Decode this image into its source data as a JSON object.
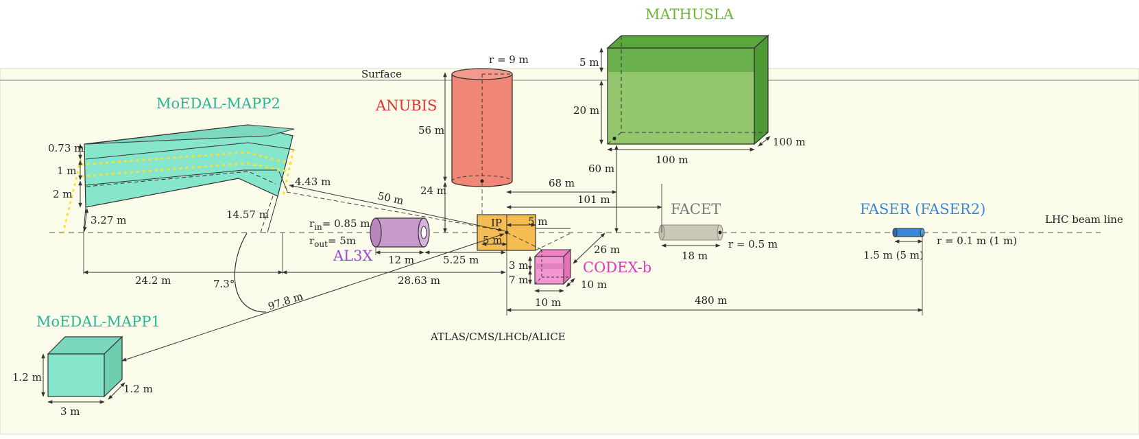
{
  "labels": {
    "surface": "Surface",
    "beam_line": "LHC beam line",
    "ip": "IP",
    "detectors": "ATLAS/CMS/LHCb/ALICE",
    "experiments": {
      "mathusla": "MATHUSLA",
      "anubis": "ANUBIS",
      "moedal_mapp2": "MoEDAL-MAPP2",
      "moedal_mapp1": "MoEDAL-MAPP1",
      "al3x": "AL3X",
      "codex_b": "CODEX-b",
      "facet": "FACET",
      "faser": "FASER (FASER2)"
    }
  },
  "dimensions": {
    "mathusla_h_top": "5 m",
    "mathusla_h": "20 m",
    "mathusla_w": "100 m",
    "mathusla_d": "100 m",
    "mathusla_depth": "60 m",
    "anubis_r": "r = 9 m",
    "anubis_h": "56 m",
    "anubis_depth": "24 m",
    "anubis_dist": "68 m",
    "facet_dist": "101 m",
    "mapp2_h1": "0.73 m",
    "mapp2_h2": "1 m",
    "mapp2_h3": "2 m",
    "mapp2_gap": "3.27 m",
    "mapp2_w": "4.43 m",
    "mapp2_len": "14.57 m",
    "mapp2_dist": "50 m",
    "mapp2_x1": "24.2 m",
    "mapp2_x2": "28.63 m",
    "angle": "7.3°",
    "mapp1_dist": "97.8 m",
    "mapp1_h": "1.2 m",
    "mapp1_d": "1.2 m",
    "mapp1_w": "3 m",
    "al3x_rin_val": "= 0.85 m",
    "al3x_rout_val": "= 5m",
    "al3x_len": "12 m",
    "al3x_dist": "5.25 m",
    "ip_w": "5 m",
    "ip_h": "5 m",
    "codex_h1": "3 m",
    "codex_h2": "7 m",
    "codex_w": "10 m",
    "codex_d": "10 m",
    "codex_dist": "26 m",
    "facet_r": "r = 0.5 m",
    "facet_len": "18 m",
    "faser_r": "r = 0.1 m (1 m)",
    "faser_len": "1.5 m (5 m)",
    "faser_dist": "480 m"
  },
  "colors": {
    "underground": "#fbfbea",
    "mathusla": "#6ab04c",
    "anubis": "#ef8676",
    "moedal": "#86e6cb",
    "al3x": "#c99bcd",
    "ip": "#f5bc52",
    "codex_b": "#f496d1",
    "facet": "#c9c9b3",
    "faser": "#3a86d9"
  }
}
